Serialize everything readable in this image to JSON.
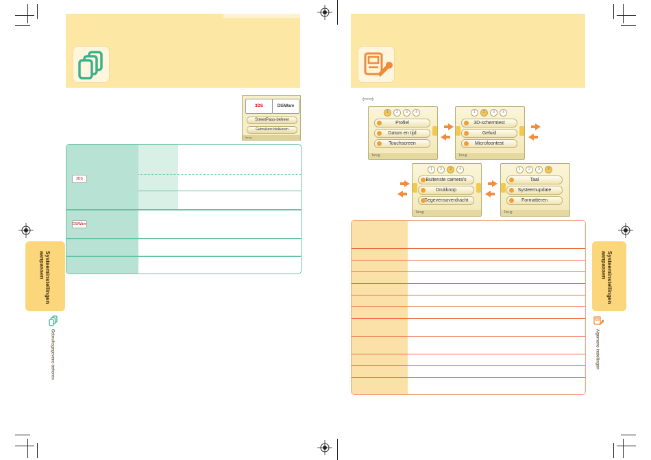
{
  "left_page": {
    "tab_text_line1": "Systeeminstellingen",
    "tab_text_line2": "aanpassen",
    "side_caption": "Gebruiksgegevens beheren",
    "icon": "data-management-icon",
    "ds_menu": {
      "logo_left": "3DS",
      "logo_right": "DSiWare",
      "option1": "StreetPass-beheer",
      "option2": "Gebruikers blokkeren",
      "footer": "Terug"
    },
    "table_logo1": "3DS",
    "table_logo2": "DSiWare"
  },
  "right_page": {
    "tab_text_line1": "Systeeminstellingen",
    "tab_text_line2": "aanpassen",
    "side_caption": "Algemene instellingen",
    "icon": "system-settings-icon",
    "nav_arrows": "⇦⇨",
    "screens": [
      {
        "pages": [
          "1",
          "2",
          "3",
          "4"
        ],
        "active": 0,
        "items": [
          "Profiel",
          "Datum en tijd",
          "Touchscreen"
        ],
        "footer": "Terug"
      },
      {
        "pages": [
          "1",
          "2",
          "3",
          "4"
        ],
        "active": 1,
        "items": [
          "3D-schermtest",
          "Geluid",
          "Microfoontest"
        ],
        "footer": "Terug"
      },
      {
        "pages": [
          "1",
          "2",
          "3",
          "4"
        ],
        "active": 2,
        "items": [
          "Buitenste camera's",
          "Drukknop",
          "Gegevensoverdracht"
        ],
        "footer": "Terug"
      },
      {
        "pages": [
          "1",
          "2",
          "3",
          "4"
        ],
        "active": 3,
        "items": [
          "Taal",
          "Systeemupdate",
          "Formatteren"
        ],
        "footer": "Terug"
      }
    ]
  },
  "colors": {
    "banner": "#fde7a5",
    "green_border": "#66c2a3",
    "orange_border": "#ea6a3c",
    "tab_yellow": "#fcd67a"
  }
}
